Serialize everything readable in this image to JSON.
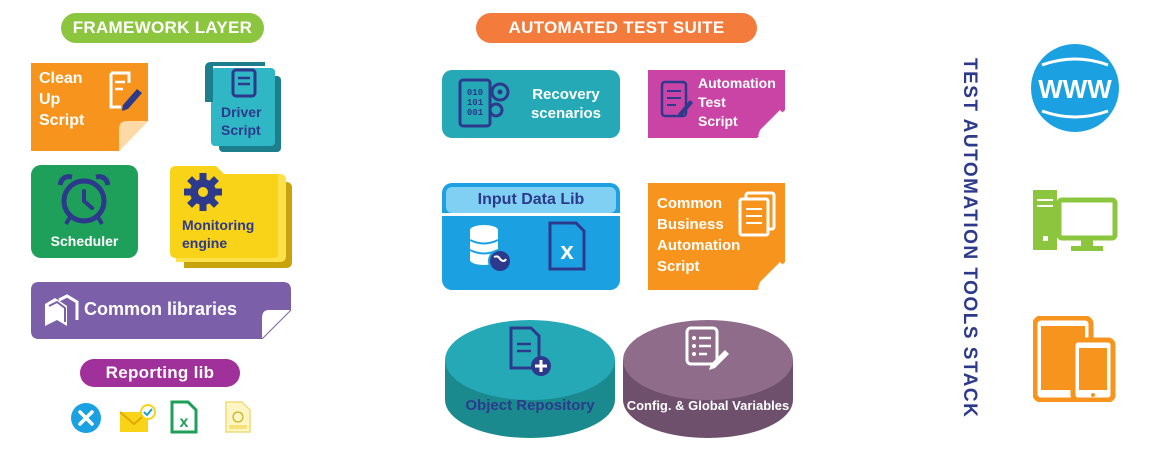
{
  "framework": {
    "header": "FRAMEWORK LAYER",
    "clean_up": [
      "Clean",
      "Up",
      "Script"
    ],
    "driver": [
      "Driver",
      "Script"
    ],
    "scheduler": "Scheduler",
    "monitoring": [
      "Monitoring",
      "engine"
    ],
    "common_libraries": "Common libraries",
    "reporting": "Reporting lib"
  },
  "suite": {
    "header": "AUTOMATED TEST SUITE",
    "recovery": [
      "Recovery",
      "scenarios"
    ],
    "automation_test_script": [
      "Automation",
      "Test",
      "Script"
    ],
    "input_data_lib": "Input Data Lib",
    "common_business": [
      "Common",
      "Business",
      "Automation",
      "Script"
    ],
    "object_repository": "Object Repository",
    "config_vars": "Config. & Global Variables"
  },
  "stack": {
    "title": "TEST AUTOMATION TOOLS STACK",
    "www": "WWW"
  },
  "colors": {
    "green_header": "#8cc63f",
    "orange": "#f7941d",
    "teal": "#26a9b7",
    "magenta": "#c944a5",
    "blue": "#1ba1e2",
    "dark_green": "#1fa05a",
    "yellow": "#f9d317",
    "purple": "#7b5fa8",
    "mauve": "#8e6c8a",
    "navy": "#2d3a8c"
  }
}
